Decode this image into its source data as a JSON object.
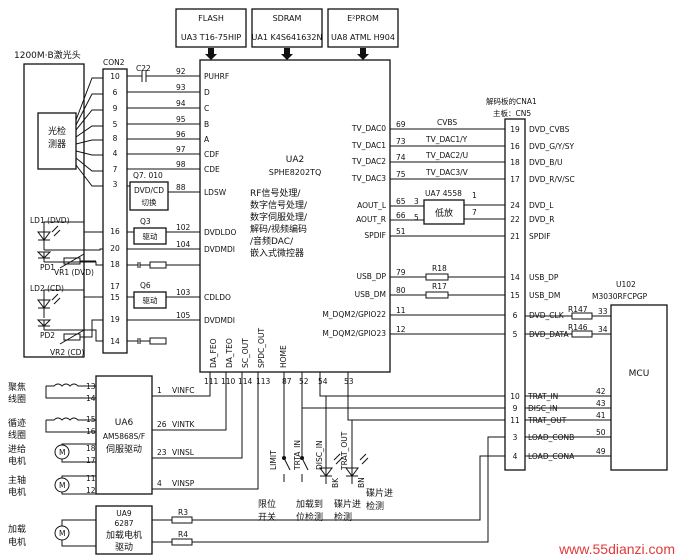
{
  "top_chips": [
    {
      "name": "FLASH",
      "part": "UA3 T16-75HIP"
    },
    {
      "name": "SDRAM",
      "part": "UA1 K4S641632N"
    },
    {
      "name": "E²PROM",
      "part": "UA8 ATML H904"
    }
  ],
  "laser_head": "1200M·B激光头",
  "con2": "CON2",
  "photodetector": [
    "光检",
    "测器"
  ],
  "ld1": "LD1 (DVD)",
  "pd1": "PD1",
  "vr1": "VR1 (DVD)",
  "ld2": "LD2 (CD)",
  "pd2": "PD2",
  "vr2": "VR2 (CD)",
  "con2_pins": [
    "10",
    "6",
    "9",
    "5",
    "8",
    "4",
    "7",
    "3",
    "16",
    "20",
    "18",
    "15",
    "19",
    "17",
    "14"
  ],
  "c22": "C22",
  "ua2": {
    "ref": "UA2",
    "part": "SPHE8202TQ",
    "desc": [
      "RF信号处理/",
      "数字信号处理/",
      "数字伺服处理/",
      "解码/视频编码",
      "/音频DAC/",
      "嵌入式微控器"
    ]
  },
  "ua2_left_pins": [
    {
      "num": "92",
      "label": "PUHRF"
    },
    {
      "num": "93",
      "label": "D"
    },
    {
      "num": "94",
      "label": "C"
    },
    {
      "num": "95",
      "label": "B"
    },
    {
      "num": "96",
      "label": "A"
    },
    {
      "num": "97",
      "label": "CDF"
    },
    {
      "num": "98",
      "label": "CDE"
    },
    {
      "num": "88",
      "label": "LDSW"
    },
    {
      "num": "102",
      "label": "DVDLDO"
    },
    {
      "num": "104",
      "label": "DVDMDI"
    },
    {
      "num": "103",
      "label": "CDLDO"
    },
    {
      "num": "105",
      "label": "DVDMDI"
    }
  ],
  "ua2_right_pins": [
    {
      "num": "69",
      "label": "TV_DAC0"
    },
    {
      "num": "73",
      "label": "TV_DAC1"
    },
    {
      "num": "74",
      "label": "TV_DAC2"
    },
    {
      "num": "75",
      "label": "TV_DAC3"
    },
    {
      "num": "65",
      "label": "AOUT_L"
    },
    {
      "num": "66",
      "label": "AOUT_R"
    },
    {
      "num": "51",
      "label": "SPDIF"
    },
    {
      "num": "79",
      "label": "USB_DP"
    },
    {
      "num": "80",
      "label": "USB_DM"
    },
    {
      "num": "11",
      "label": "M_DQM2/GPIO22"
    },
    {
      "num": "12",
      "label": "M_DQM2/GPIO23"
    }
  ],
  "ua2_bottom_pins": [
    {
      "num": "111",
      "label": "DA_FEO"
    },
    {
      "num": "110",
      "label": "DA_TEO"
    },
    {
      "num": "114",
      "label": "SC_OUT"
    },
    {
      "num": "113",
      "label": "SPDC_OUT"
    },
    {
      "num": "87",
      "label": "HOME"
    },
    {
      "num": "52",
      "label": ""
    },
    {
      "num": "54",
      "label": ""
    },
    {
      "num": "53",
      "label": ""
    }
  ],
  "q7": {
    "ref": "Q7. 010",
    "text": [
      "DVD/CD",
      "切换"
    ]
  },
  "q3": {
    "ref": "Q3",
    "text": "驱动"
  },
  "q6": {
    "ref": "Q6",
    "text": "驱动"
  },
  "ua7": {
    "ref": "UA7 4558",
    "text": "低放",
    "pins": [
      "3",
      "5",
      "1",
      "7"
    ]
  },
  "tv_signals": [
    "TV_DAC1/Y",
    "TV_DAC2/U",
    "TV_DAC3/V"
  ],
  "cvbs": "CVBS",
  "r18": "R18",
  "r17": "R17",
  "cna1": [
    "解码板的CNA1",
    "主板：CN5"
  ],
  "cn_rows": [
    {
      "num": "19",
      "label": "DVD_CVBS"
    },
    {
      "num": "16",
      "label": "DVD_G/Y/SY"
    },
    {
      "num": "18",
      "label": "DVD_B/U"
    },
    {
      "num": "17",
      "label": "DVD_R/V/SC"
    },
    {
      "num": "24",
      "label": "DVD_L"
    },
    {
      "num": "22",
      "label": "DVD_R"
    },
    {
      "num": "21",
      "label": "SPDIF"
    },
    {
      "num": "14",
      "label": "USB_DP"
    },
    {
      "num": "15",
      "label": "USB_DM"
    },
    {
      "num": "6",
      "label": "DVD_CLK"
    },
    {
      "num": "5",
      "label": "DVD_DATA"
    }
  ],
  "cn_bottom_pins": [
    "10",
    "9",
    "11",
    "3",
    "4"
  ],
  "r147": "R147",
  "r146": "R146",
  "u102": {
    "ref": "U102",
    "part": "M3030RFCPGP",
    "label": "MCU",
    "pins_top": [
      "33",
      "34"
    ]
  },
  "mcu_rows": [
    {
      "num": "42",
      "label": "TRAT_IN"
    },
    {
      "num": "43",
      "label": "DISC_IN"
    },
    {
      "num": "41",
      "label": "TRAT_OUT"
    },
    {
      "num": "50",
      "label": "LOAD_CONB"
    },
    {
      "num": "49",
      "label": "LOAD_CONA"
    }
  ],
  "ua6": {
    "ref": "UA6",
    "part": "AM5868S/F",
    "desc": "伺服驱动"
  },
  "ua6_inputs": [
    {
      "num": "1",
      "label": "VINFC"
    },
    {
      "num": "26",
      "label": "VINTK"
    },
    {
      "num": "23",
      "label": "VINSL"
    },
    {
      "num": "4",
      "label": "VINSP"
    }
  ],
  "coils": [
    {
      "label": [
        "聚焦",
        "线圈"
      ],
      "pins": [
        "13",
        "14"
      ]
    },
    {
      "label": [
        "循迹",
        "线圈"
      ],
      "pins": [
        "15",
        "16"
      ]
    },
    {
      "label": [
        "进给",
        "电机"
      ],
      "pins": [
        "18",
        "17"
      ]
    },
    {
      "label": [
        "主轴",
        "电机"
      ],
      "pins": [
        "11",
        "12"
      ]
    }
  ],
  "ua9": {
    "ref": "UA9",
    "part": "6287",
    "desc": [
      "加载电机",
      "驱动"
    ]
  },
  "load_motor": [
    "加载",
    "电机"
  ],
  "r3": "R3",
  "r4": "R4",
  "switch_labels": [
    "LIMIT",
    "TRTA_IN",
    "DISC_IN",
    "TRAT_OUT"
  ],
  "sensor_labels": [
    "BK",
    "BN"
  ],
  "bottom_captions": [
    [
      "限位",
      "开关"
    ],
    [
      "加载到",
      "位检测"
    ],
    [
      "碟片进",
      "检测"
    ],
    [
      "碟片进",
      "检测"
    ]
  ],
  "watermark": "www.55dianzi.com"
}
